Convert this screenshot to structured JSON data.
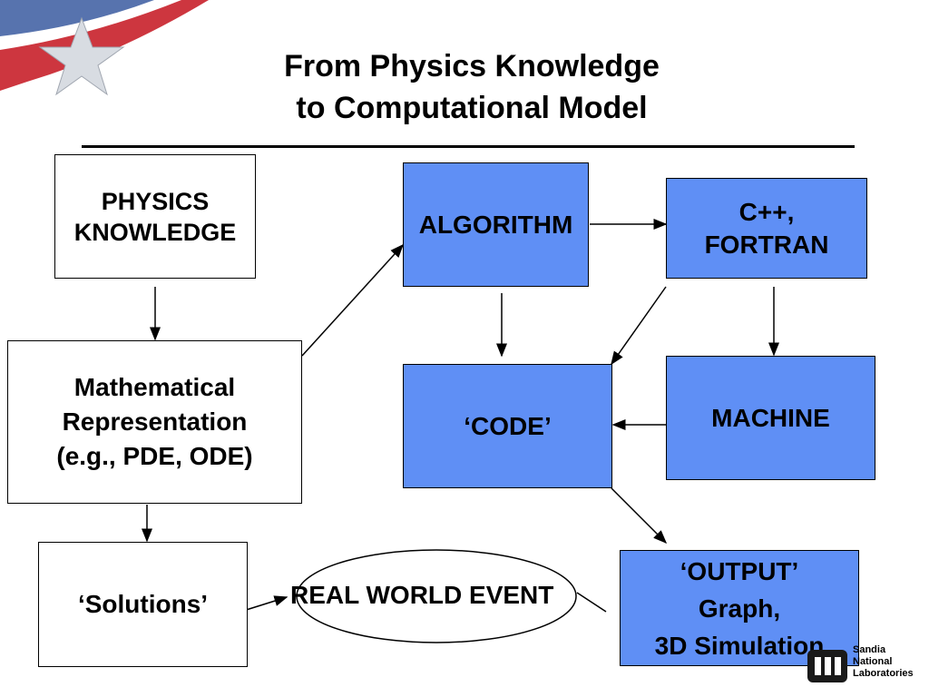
{
  "title": {
    "line1": "From Physics Knowledge",
    "line2": "to Computational Model"
  },
  "nodes": {
    "physics": "PHYSICS\nKNOWLEDGE",
    "math": "Mathematical\nRepresentation\n(e.g., PDE, ODE)",
    "solutions": "‘Solutions’",
    "algorithm": "ALGORITHM",
    "cpp": "C++,\nFORTRAN",
    "code": "‘CODE’",
    "machine": "MACHINE",
    "output": "‘OUTPUT’\nGraph,\n3D Simulation",
    "event": "REAL WORLD EVENT"
  },
  "logo": {
    "text": "Sandia\nNational\nLaboratories"
  },
  "colors": {
    "blue_box": "#5f8ff5",
    "flag_red": "#c8202a",
    "flag_blue": "#3a5aa0"
  }
}
